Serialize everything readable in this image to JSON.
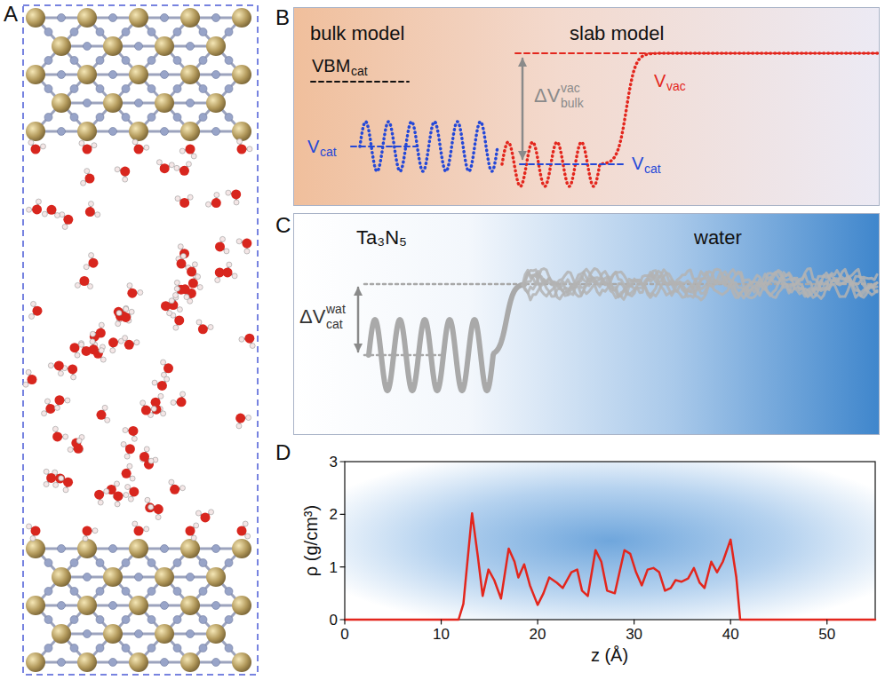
{
  "diagram": {
    "nodes": [
      {
        "text": [
          "bulk model",
          "slab model",
          "VBM",
          "cat",
          "V",
          "cat",
          "ΔV",
          "vac",
          "bulk",
          "V",
          "vac",
          "V",
          "cat"
        ]
      },
      {
        "text": [
          "Ta₃N₅",
          "water",
          "ΔV",
          "wat",
          "cat"
        ]
      }
    ],
    "labels": [
      "A",
      "B",
      "C",
      "D",
      "ρ (g/cm³)",
      "z (Å)",
      "3",
      "2",
      "1",
      "0",
      "0",
      "10",
      "20",
      "30",
      "40",
      "50"
    ]
  }
}
